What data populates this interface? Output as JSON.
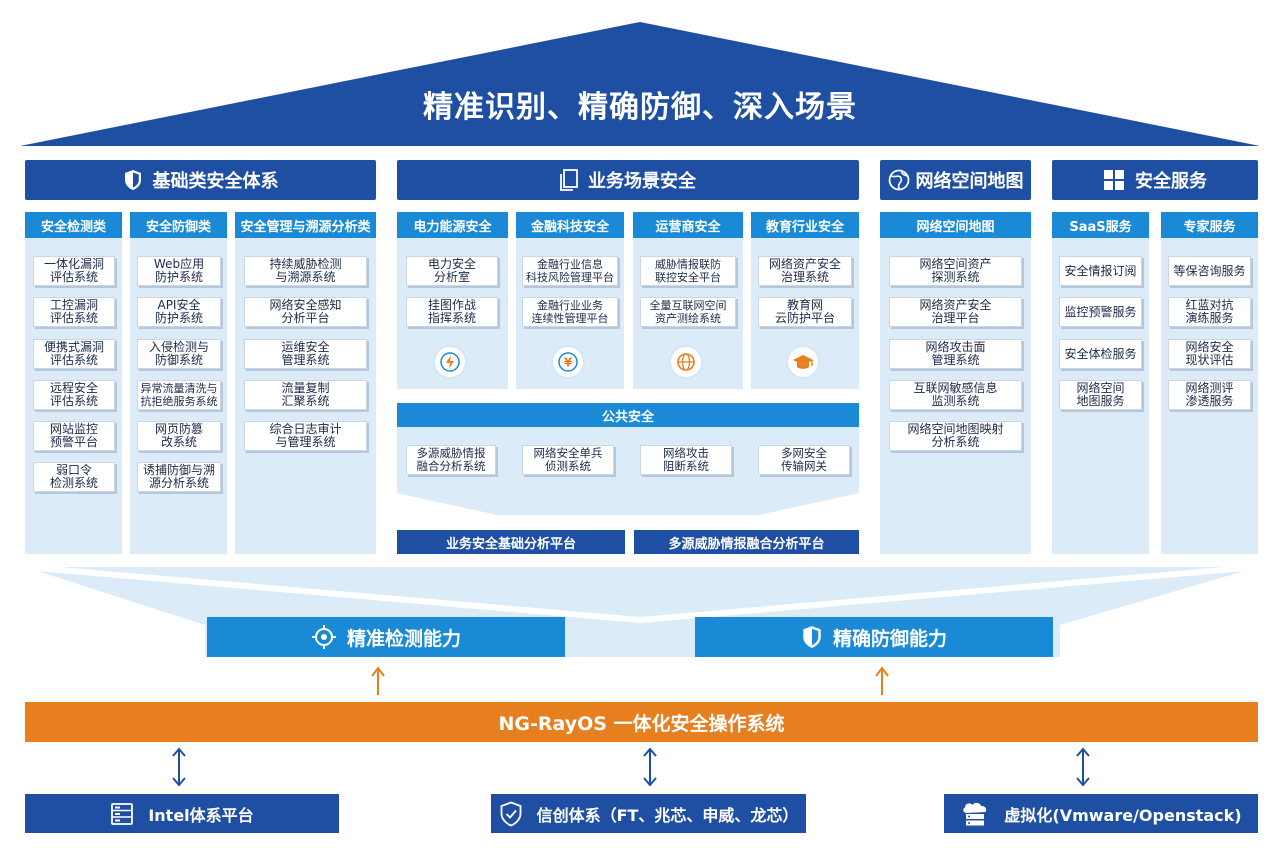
{
  "title": "精准识别、精确防御、深入场景",
  "colors": {
    "navy": "#1f4fa3",
    "blue": "#1a8ad6",
    "light": "#dcebf8",
    "orange": "#e87f1e"
  },
  "sections": {
    "basic": {
      "icon": "shield-icon",
      "label": "基础类安全体系"
    },
    "business": {
      "icon": "document-icon",
      "label": "业务场景安全"
    },
    "map": {
      "icon": "globe-icon",
      "label": "网络空间地图"
    },
    "service": {
      "icon": "grid-icon",
      "label": "安全服务"
    }
  },
  "basic_cols": [
    {
      "label": "安全检测类",
      "items": [
        "一体化漏洞\n评估系统",
        "工控漏洞\n评估系统",
        "便携式漏洞\n评估系统",
        "远程安全\n评估系统",
        "网站监控\n预警平台",
        "弱口令\n检测系统"
      ]
    },
    {
      "label": "安全防御类",
      "items": [
        "Web应用\n防护系统",
        "API安全\n防护系统",
        "入侵检测与\n防御系统",
        "异常流量清洗与\n抗拒绝服务系统",
        "网页防篡\n改系统",
        "诱捕防御与溯\n源分析系统"
      ]
    },
    {
      "label": "安全管理与溯源分析类",
      "items": [
        "持续威胁检测\n与溯源系统",
        "网络安全感知\n分析平台",
        "运维安全\n管理系统",
        "流量复制\n汇聚系统",
        "综合日志审计\n与管理系统"
      ]
    }
  ],
  "business_cols": [
    {
      "label": "电力能源安全",
      "items": [
        "电力安全\n分析室",
        "挂图作战\n指挥系统"
      ],
      "icon": "lightning-icon"
    },
    {
      "label": "金融科技安全",
      "items": [
        "金融行业信息\n科技风险管理平台",
        "金融行业业务\n连续性管理平台"
      ],
      "icon": "yuan-icon"
    },
    {
      "label": "运营商安全",
      "items": [
        "威胁情报联防\n联控安全平台",
        "全量互联网空间\n资产测绘系统"
      ],
      "icon": "globe-icon"
    },
    {
      "label": "教育行业安全",
      "items": [
        "网络资产安全\n治理系统",
        "教育网\n云防护平台"
      ],
      "icon": "graduation-cap-icon"
    }
  ],
  "public": {
    "label": "公共安全",
    "items": [
      "多源威胁情报\n融合分析系统",
      "网络安全单兵\n侦测系统",
      "网络攻击\n阻断系统",
      "多网安全\n传输网关"
    ]
  },
  "platforms": [
    "业务安全基础分析平台",
    "多源威胁情报融合分析平台"
  ],
  "map_col": {
    "label": "网络空间地图",
    "items": [
      "网络空间资产\n探测系统",
      "网络资产安全\n治理平台",
      "网络攻击面\n管理系统",
      "互联网敏感信息\n监测系统",
      "网络空间地图映射\n分析系统"
    ]
  },
  "service_cols": [
    {
      "label": "SaaS服务",
      "items": [
        "安全情报订阅",
        "监控预警服务",
        "安全体检服务",
        "网络空间\n地图服务"
      ]
    },
    {
      "label": "专家服务",
      "items": [
        "等保咨询服务",
        "红蓝对抗\n演练服务",
        "网络安全\n现状评估",
        "网络测评\n渗透服务"
      ]
    }
  ],
  "capabilities": [
    {
      "label": "精准检测能力",
      "icon": "target-icon"
    },
    {
      "label": "精确防御能力",
      "icon": "shield-icon"
    }
  ],
  "os": "NG-RayOS 一体化安全操作系统",
  "bases": [
    {
      "label": "Intel体系平台",
      "icon": "server-icon"
    },
    {
      "label": "信创体系（FT、兆芯、申威、龙芯）",
      "icon": "shield-check-icon"
    },
    {
      "label": "虚拟化(Vmware/Openstack)",
      "icon": "cloud-server-icon"
    }
  ]
}
